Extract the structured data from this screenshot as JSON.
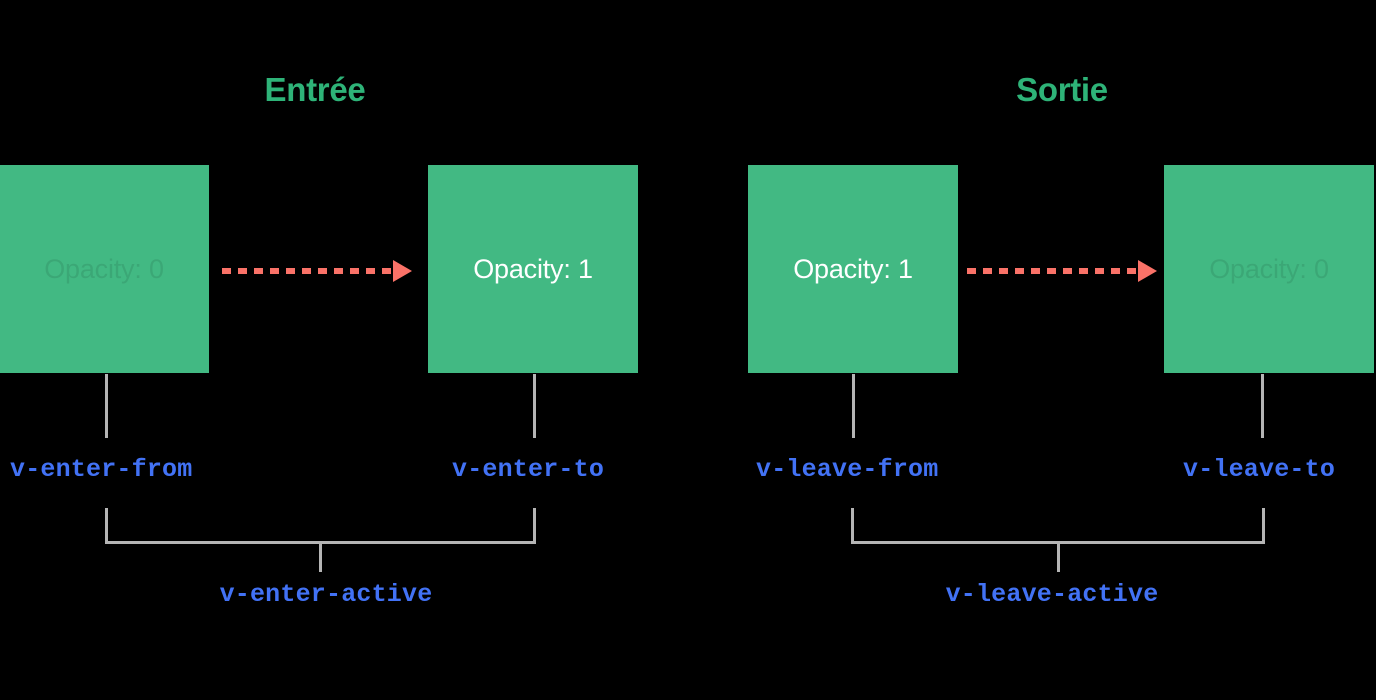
{
  "diagram": {
    "background_color": "#000000",
    "accent_green": "#42b983",
    "title_green": "#2eb378",
    "arrow_color": "#fa7268",
    "label_blue": "#4272f5",
    "connector_gray": "#b5b5b5"
  },
  "sections": [
    {
      "id": "enter",
      "title": "Entrée",
      "boxes": [
        {
          "id": "enter-from",
          "label": "Opacity: 0",
          "faded": true
        },
        {
          "id": "enter-to",
          "label": "Opacity: 1",
          "faded": false
        }
      ],
      "class_labels": [
        {
          "id": "enter-from",
          "text": "v-enter-from"
        },
        {
          "id": "enter-to",
          "text": "v-enter-to"
        }
      ],
      "active_label": "v-enter-active"
    },
    {
      "id": "leave",
      "title": "Sortie",
      "boxes": [
        {
          "id": "leave-from",
          "label": "Opacity: 1",
          "faded": false
        },
        {
          "id": "leave-to",
          "label": "Opacity: 0",
          "faded": true
        }
      ],
      "class_labels": [
        {
          "id": "leave-from",
          "text": "v-leave-from"
        },
        {
          "id": "leave-to",
          "text": "v-leave-to"
        }
      ],
      "active_label": "v-leave-active"
    }
  ]
}
